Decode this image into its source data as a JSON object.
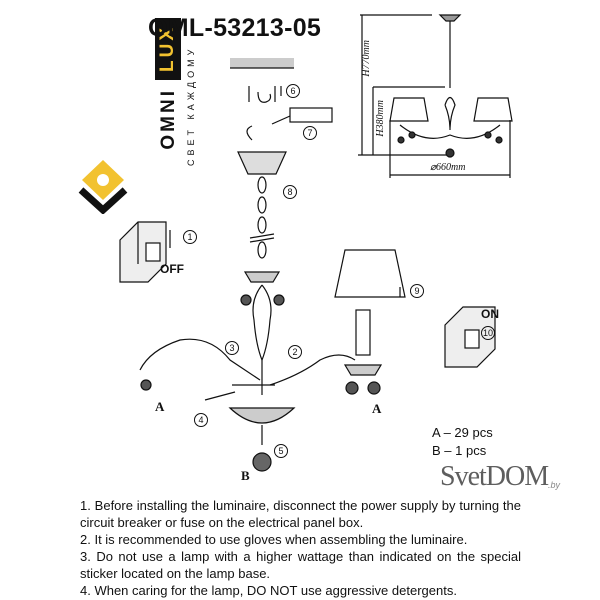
{
  "header": {
    "model_title": "OML-53213-05"
  },
  "logo": {
    "brand_part1": "OMNI",
    "brand_part2": "LUX",
    "slogan": "СВЕТ КАЖДОМУ",
    "accent_color": "#f2c230"
  },
  "diagram": {
    "switch_off_label": "OFF",
    "switch_on_label": "ON",
    "part_a_label": "A",
    "part_b_label": "B",
    "steps": [
      "1",
      "2",
      "3",
      "4",
      "5",
      "6",
      "7",
      "8",
      "9",
      "10"
    ],
    "height_total": "H770mm",
    "height_body": "H380mm",
    "diameter": "⌀660mm"
  },
  "parts": {
    "a_count": "A – 29 pcs",
    "b_count": "B – 1 pcs"
  },
  "instructions": [
    "1. Before installing the luminaire, disconnect the power supply by turning the circuit breaker or fuse on the electrical panel box.",
    "2. It is recommended to use gloves when assembling the luminaire.",
    "3. Do not use a lamp with a higher wattage than indicated on the special sticker located on the lamp base.",
    "4. When caring for the lamp, DO NOT use aggressive detergents."
  ],
  "watermark": {
    "text": "SvetDOM",
    "suffix": ".by"
  }
}
